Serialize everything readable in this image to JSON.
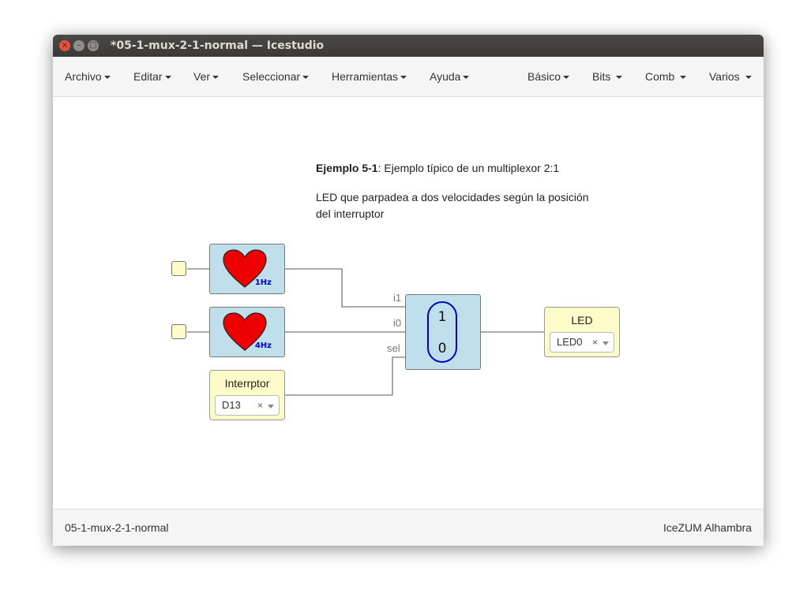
{
  "window": {
    "title": "*05-1-mux-2-1-normal — Icestudio",
    "controls": {
      "close": "×",
      "minimize": "–",
      "maximize": "□"
    }
  },
  "menubar": {
    "left": [
      "Archivo",
      "Editar",
      "Ver",
      "Seleccionar",
      "Herramientas",
      "Ayuda"
    ],
    "right": [
      "Básico",
      "Bits",
      "Comb",
      "Varios"
    ]
  },
  "canvas": {
    "comment": {
      "title_bold": "Ejemplo 5-1",
      "title_rest": ": Ejemplo típico de un multiplexor 2:1",
      "line2": "LED que parpadea a dos velocidades según la posición del interruptor"
    },
    "blocks": {
      "heart_top": {
        "label": "1Hz",
        "color": "#ee0000"
      },
      "heart_bottom": {
        "label": "4Hz",
        "color": "#ee0000"
      },
      "switch": {
        "name": "Interrptor",
        "pin": "D13",
        "clear": "×"
      },
      "mux": {
        "ports": [
          "i1",
          "i0",
          "sel"
        ],
        "values": [
          "1",
          "0"
        ]
      },
      "led": {
        "name": "LED",
        "pin": "LED0",
        "clear": "×"
      }
    }
  },
  "footer": {
    "project": "05-1-mux-2-1-normal",
    "board": "IceZUM Alhambra"
  },
  "colors": {
    "titlebar": "#3c3b37",
    "block_blue": "#bfdfeb",
    "block_yellow": "#fdfcc8",
    "wire": "#777777",
    "mux_outline": "#0000cc"
  }
}
